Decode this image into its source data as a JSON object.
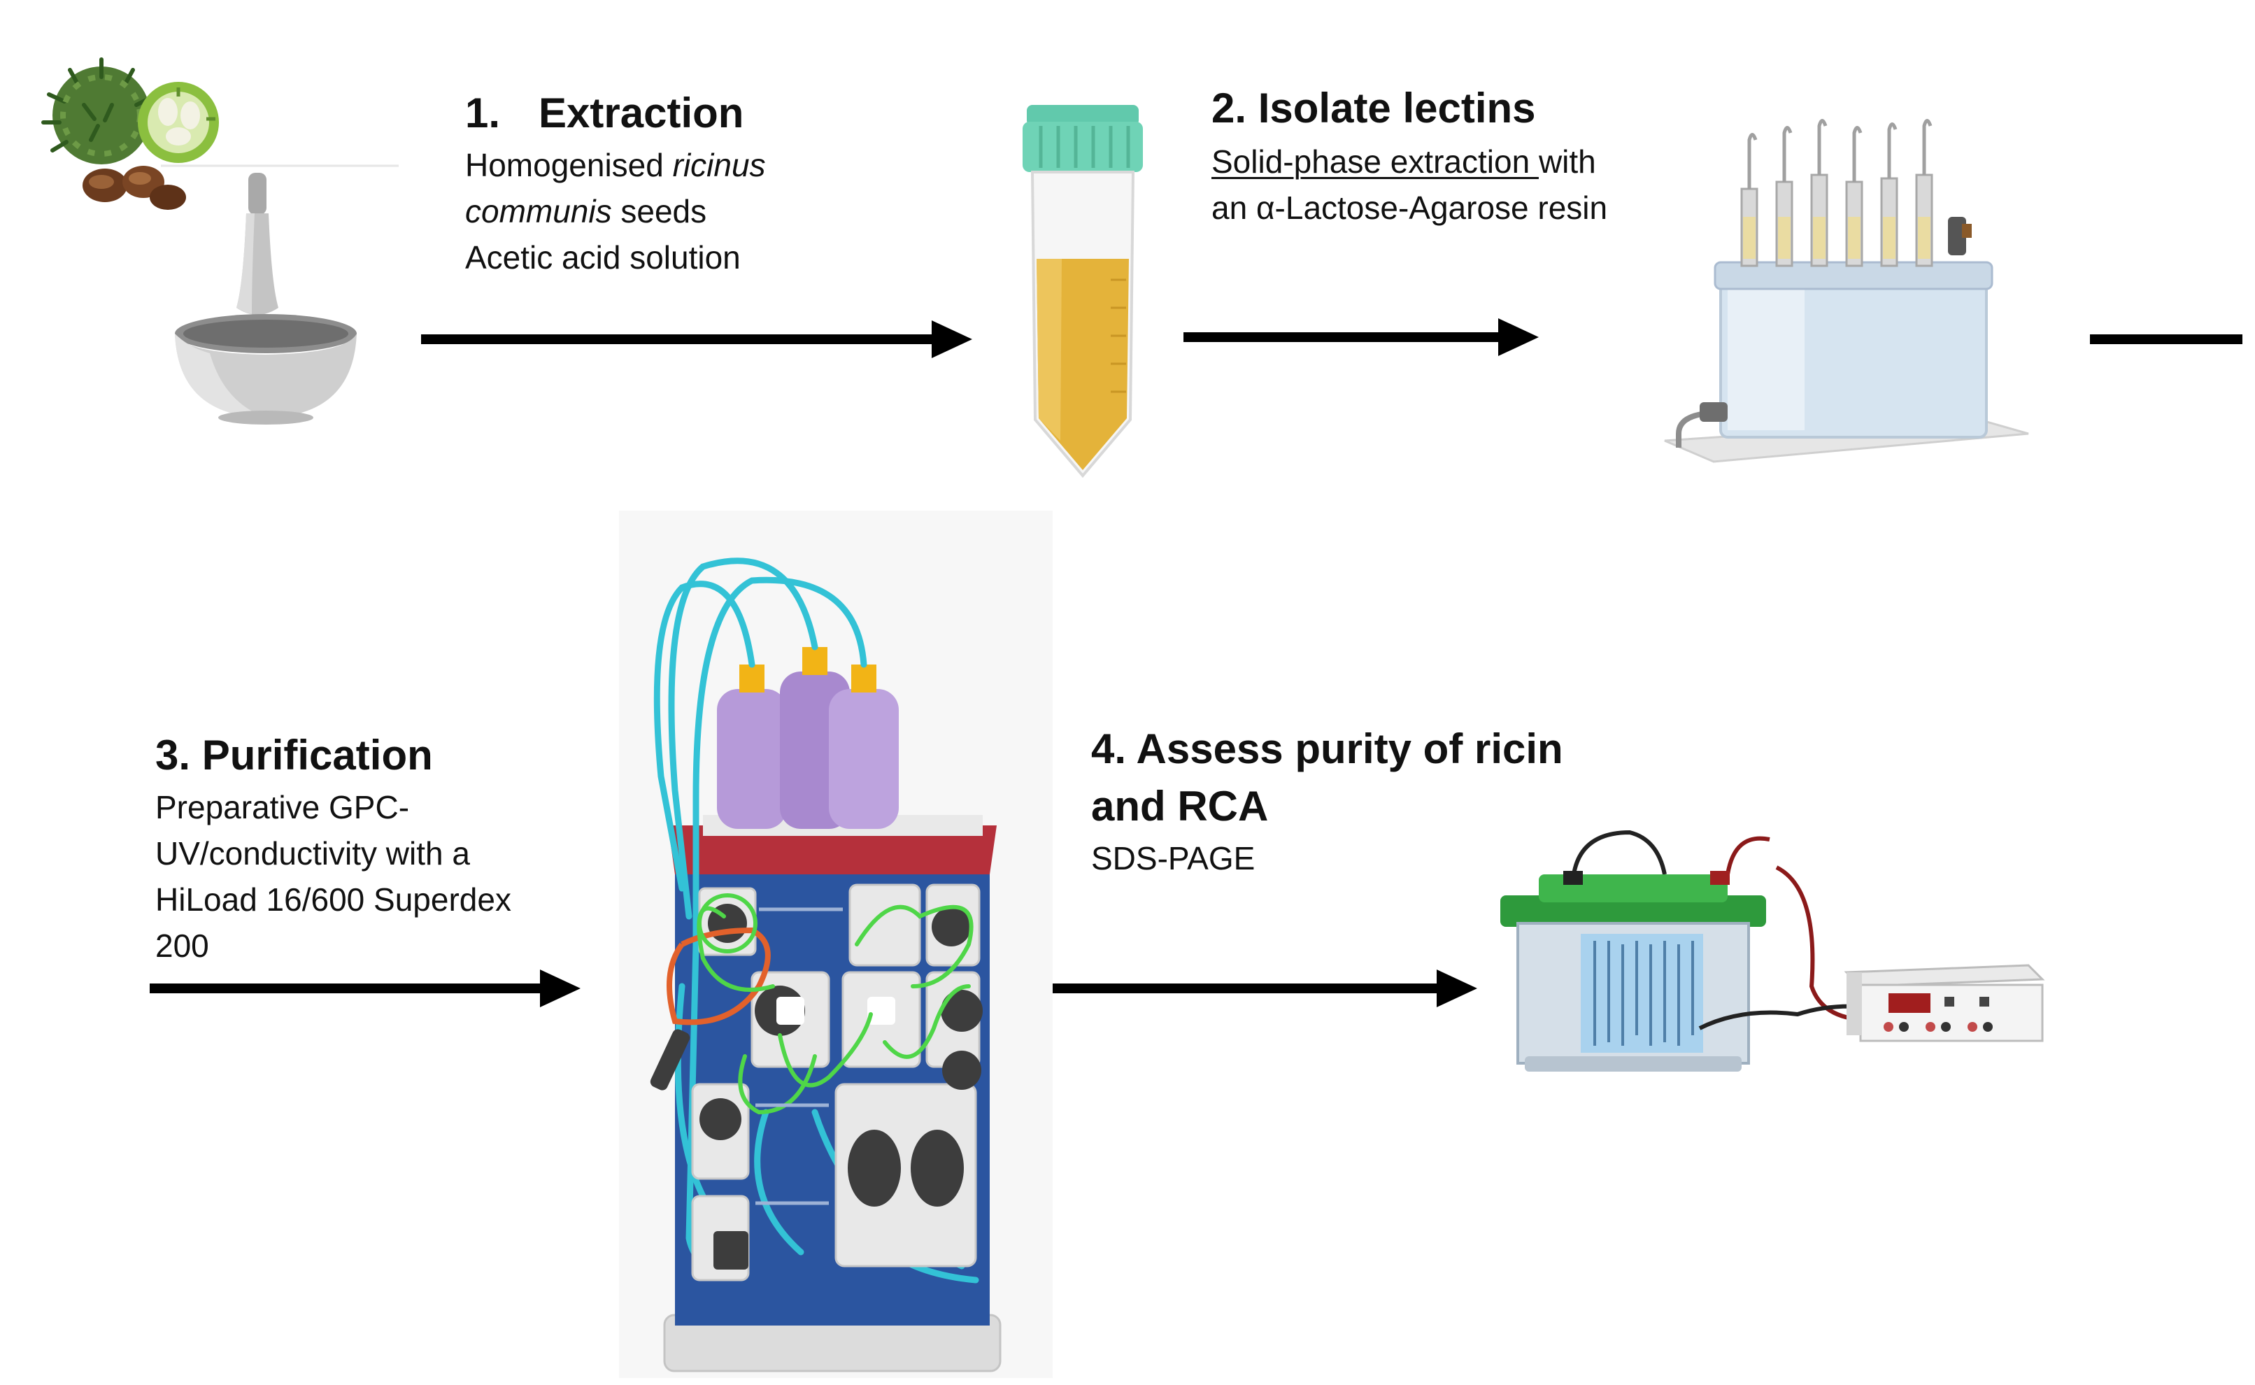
{
  "steps": [
    {
      "number": "1.",
      "title": "Extraction",
      "line1_pre": "Homogenised ",
      "line1_ital": "ricinus",
      "line2_ital": "communis",
      "line2_post": " seeds",
      "line3": "Acetic acid solution"
    },
    {
      "number": "2.",
      "title": "Isolate lectins",
      "line1_under": "Solid-phase extraction ",
      "line1_post": "with",
      "line2": "an α-Lactose-Agarose resin"
    },
    {
      "number": "3.",
      "title": "Purification",
      "lines": [
        "Preparative GPC-",
        "UV/conductivity with a",
        "HiLoad 16/600 Superdex",
        "200"
      ]
    },
    {
      "number": "4.",
      "title_lines": [
        "Assess purity of ricin",
        "and RCA"
      ],
      "line1": "SDS-PAGE"
    }
  ],
  "illustrations": [
    "castor-seeds-icon",
    "mortar-pestle-icon",
    "centrifuge-tube-icon",
    "spe-manifold-icon",
    "chromatography-system-icon",
    "electrophoresis-tank-icon",
    "power-supply-icon"
  ],
  "colors": {
    "arrow": "#000000",
    "tube_liquid": "#e4b33a",
    "tube_cap": "#6fd3b6",
    "instrument_blue": "#2b55a0",
    "instrument_red": "#b5303b",
    "tubing_cyan": "#33c2d6",
    "tubing_green": "#4fd648",
    "buffer_purple": "#b69ad9",
    "gel_lid_green": "#2e9a3c"
  }
}
